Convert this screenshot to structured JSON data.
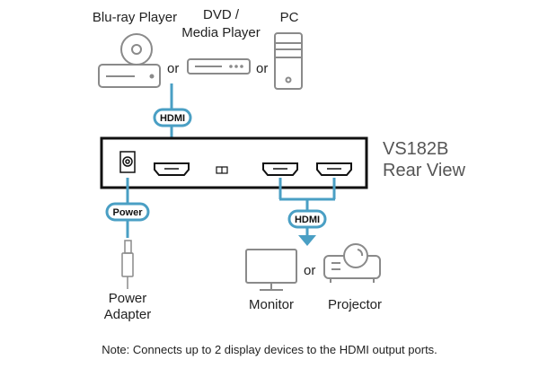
{
  "sources": {
    "bluray": "Blu-ray Player",
    "dvd_line1": "DVD /",
    "dvd_line2": "Media Player",
    "pc": "PC",
    "or1": "or",
    "or2": "or"
  },
  "cables": {
    "input": "HDMI",
    "power": "Power",
    "output": "HDMI"
  },
  "device": {
    "model": "VS182B",
    "view": "Rear View"
  },
  "power_adapter": {
    "line1": "Power",
    "line2": "Adapter"
  },
  "displays": {
    "monitor": "Monitor",
    "projector": "Projector",
    "or": "or"
  },
  "note": "Note: Connects up to 2 display devices to the HDMI output ports.",
  "colors": {
    "cable": "#4a9fc4",
    "device_outline": "#111111",
    "icon_gray": "#8a8a8a"
  }
}
